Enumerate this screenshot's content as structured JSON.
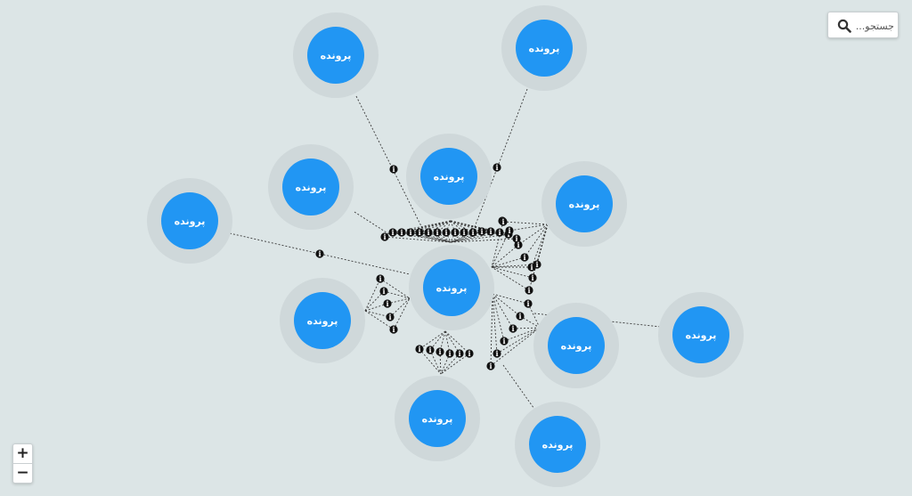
{
  "search": {
    "placeholder": "جستجو..."
  },
  "zoom": {
    "in_label": "+",
    "out_label": "−"
  },
  "colors": {
    "background": "#dce5e6",
    "node_fill": "#2196f3",
    "node_halo": "#cfd8da",
    "edge": "#3a3a3a",
    "info_badge": "#111111"
  },
  "info_badge_glyph": "i",
  "graph": {
    "nodes": [
      {
        "id": "center",
        "label": "پرونده"
      },
      {
        "id": "n1",
        "label": "پرونده"
      },
      {
        "id": "n2",
        "label": "پرونده"
      },
      {
        "id": "n3",
        "label": "پرونده"
      },
      {
        "id": "n4",
        "label": "پرونده"
      },
      {
        "id": "n5",
        "label": "پرونده"
      },
      {
        "id": "n6",
        "label": "پرونده"
      },
      {
        "id": "n7",
        "label": "پرونده"
      },
      {
        "id": "n8",
        "label": "پرونده"
      },
      {
        "id": "n9",
        "label": "پرونده"
      },
      {
        "id": "n10",
        "label": "پرونده"
      },
      {
        "id": "n11",
        "label": "پرونده"
      },
      {
        "id": "n12",
        "label": "پرونده"
      }
    ]
  }
}
